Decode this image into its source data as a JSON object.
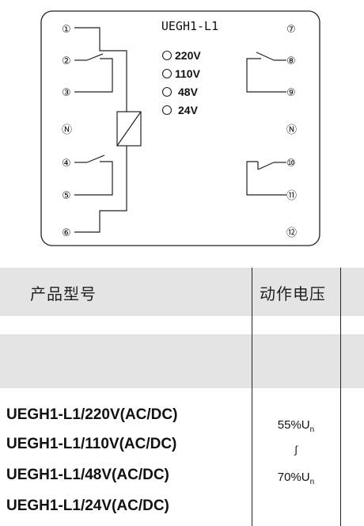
{
  "diagram": {
    "title": "UEGH1-L1",
    "terminals": {
      "t1": "①",
      "t2": "②",
      "t3": "③",
      "tN_left": "Ⓝ",
      "t4": "④",
      "t5": "⑤",
      "t6": "⑥",
      "t7": "⑦",
      "t8": "⑧",
      "t9": "⑨",
      "tN_right": "Ⓝ",
      "t10": "⑩",
      "t11": "⑪",
      "t12": "⑫"
    },
    "voltage_options": [
      "220V",
      "110V",
      "48V",
      "24V"
    ]
  },
  "table": {
    "col_model_header": "产品型号",
    "col_voltage_header": "动作电压",
    "models": [
      "UEGH1-L1/220V(AC/DC)",
      "UEGH1-L1/110V(AC/DC)",
      "UEGH1-L1/48V(AC/DC)",
      "UEGH1-L1/24V(AC/DC)"
    ],
    "voltage_low": "55%U",
    "voltage_sep": "∫",
    "voltage_high": "70%U",
    "subscript": "n"
  }
}
